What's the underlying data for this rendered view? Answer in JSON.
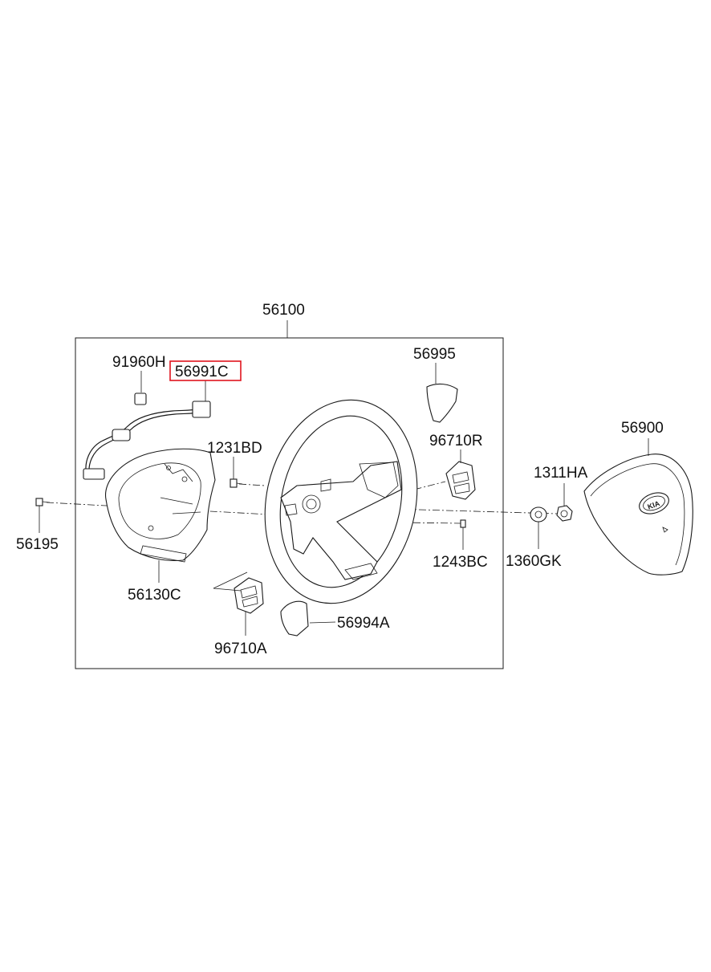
{
  "diagram": {
    "parts": [
      {
        "id": "p56100",
        "label": "56100"
      },
      {
        "id": "p91960H",
        "label": "91960H"
      },
      {
        "id": "p56991C",
        "label": "56991C"
      },
      {
        "id": "p56995",
        "label": "56995"
      },
      {
        "id": "p1231BD",
        "label": "1231BD"
      },
      {
        "id": "p96710R",
        "label": "96710R"
      },
      {
        "id": "p56900",
        "label": "56900"
      },
      {
        "id": "p1311HA",
        "label": "1311HA"
      },
      {
        "id": "p56195",
        "label": "56195"
      },
      {
        "id": "p1243BC",
        "label": "1243BC"
      },
      {
        "id": "p1360GK",
        "label": "1360GK"
      },
      {
        "id": "p56130C",
        "label": "56130C"
      },
      {
        "id": "p56994A",
        "label": "56994A"
      },
      {
        "id": "p96710A",
        "label": "96710A"
      }
    ],
    "highlighted_part": "56991C",
    "highlight_color": "#e0141e"
  }
}
